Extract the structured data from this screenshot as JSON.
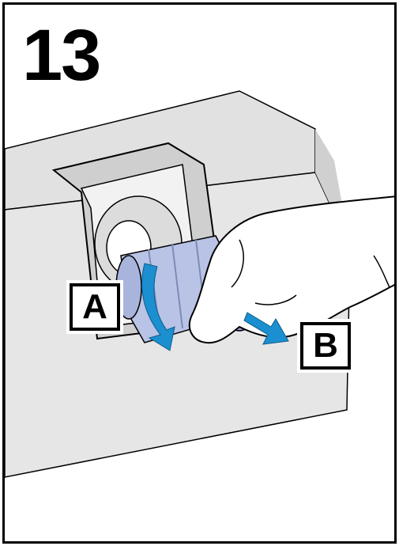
{
  "step": {
    "number": "13"
  },
  "labels": {
    "a": "A",
    "b": "B"
  },
  "colors": {
    "frame": "#000000",
    "printer_body": "#e6e6e6",
    "printer_shade": "#d2d2d2",
    "spindle": "#b9c3e6",
    "arrow": "#1b8fd0",
    "hand": "#ffffff"
  },
  "icons": [
    "rotate-arrow-icon",
    "pull-arrow-icon"
  ]
}
